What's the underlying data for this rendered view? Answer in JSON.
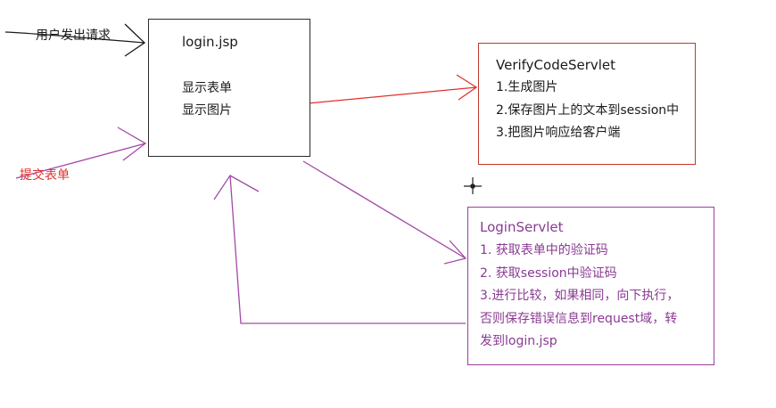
{
  "user_request_label": "用户发出请求",
  "submit_form_label": "提交表单",
  "login_box": {
    "title": "login.jsp",
    "lines": [
      "显示表单",
      "显示图片"
    ]
  },
  "verify_box": {
    "title": "VerifyCodeServlet",
    "lines": [
      "1.生成图片",
      "2.保存图片上的文本到session中",
      "3.把图片响应给客户端"
    ]
  },
  "loginservlet_box": {
    "title": "LoginServlet",
    "lines": [
      "1. 获取表单中的验证码",
      "2. 获取session中验证码",
      "3.进行比较，如果相同，向下执行，",
      "否则保存错误信息到request域，转",
      "发到login.jsp"
    ]
  },
  "colors": {
    "black": "#1a1a1a",
    "red": "#e0302e",
    "purple": "#9b3fa0"
  },
  "icons": [
    "cursor-crosshair-icon"
  ]
}
